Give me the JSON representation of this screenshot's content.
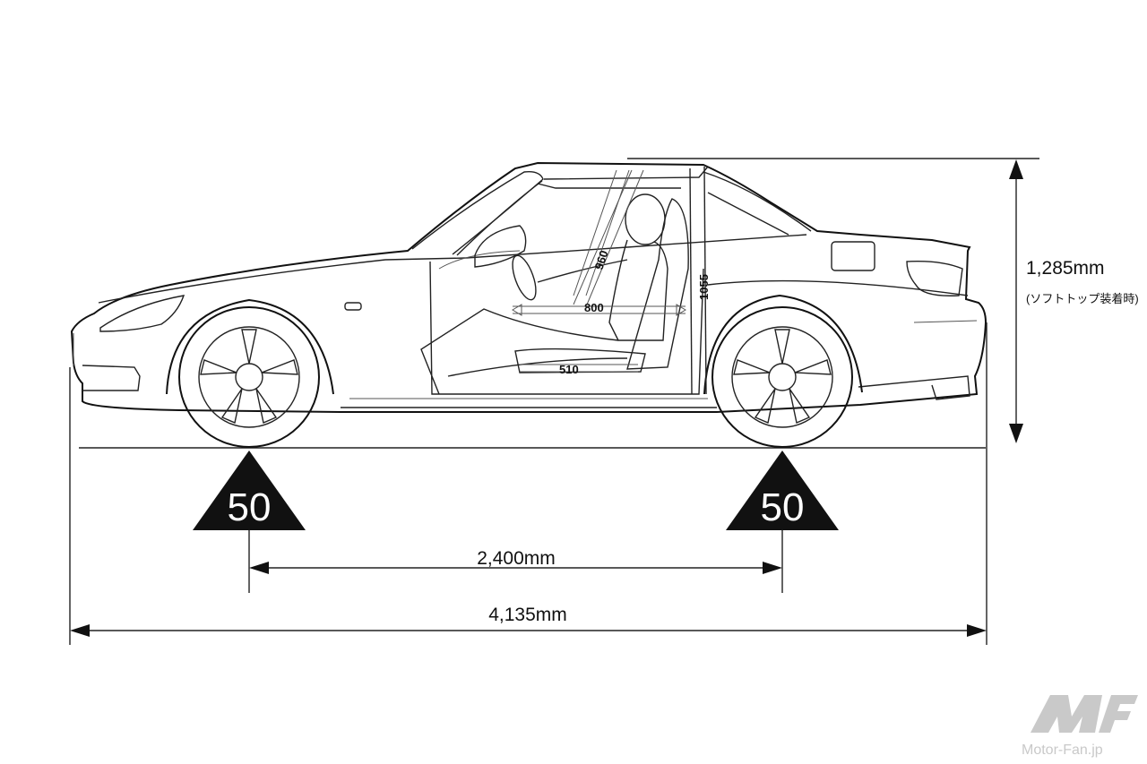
{
  "dimensions": {
    "height_label": "1,285mm",
    "height_note": "(ソフトトップ装着時)",
    "wheelbase_label": "2,400mm",
    "length_label": "4,135mm"
  },
  "weight_distribution": {
    "front": "50",
    "rear": "50"
  },
  "interior": {
    "seat_back_diagonal": "960",
    "cabin_length": "800",
    "cabin_height": "1055",
    "seat_cushion": "510"
  },
  "watermark": {
    "logo_text": "Motor-Fan.jp"
  }
}
